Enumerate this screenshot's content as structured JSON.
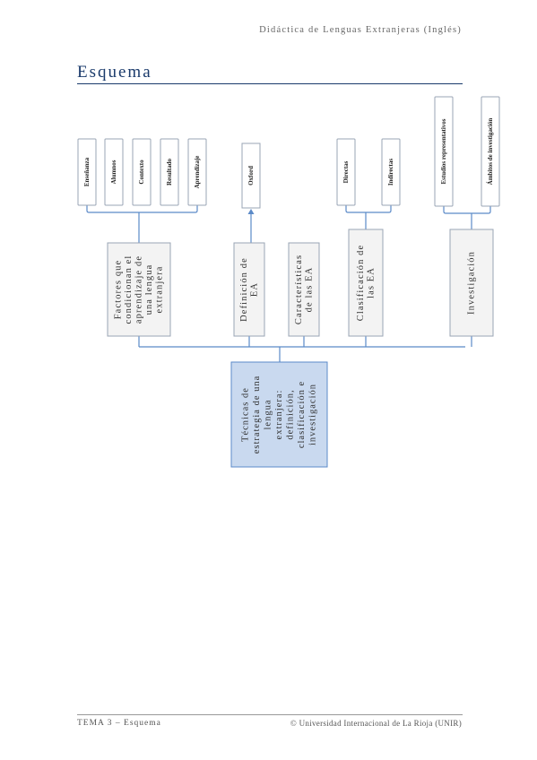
{
  "header": {
    "course": "Didáctica de Lenguas Extranjeras (Inglés)"
  },
  "page_title": "Esquema",
  "diagram": {
    "root": [
      "Técnicas de",
      "estrategia de una",
      "lengua",
      "extranjera:",
      "definición,",
      "clasificación e",
      "investigación"
    ],
    "branches": [
      {
        "label": [
          "Factores que",
          "condicionan el",
          "aprendizaje de",
          "una lengua",
          "extranjera"
        ],
        "children": [
          "Enseñanza",
          "Alumnos",
          "Contexto",
          "Resultado",
          "Aprendizaje"
        ]
      },
      {
        "label": [
          "Definición de",
          "EA"
        ],
        "children": [
          "Oxford"
        ]
      },
      {
        "label": [
          "Características",
          "de las EA"
        ],
        "children": []
      },
      {
        "label": [
          "Clasificación de",
          "las EA"
        ],
        "children": [
          "Directas",
          "Indirectas"
        ]
      },
      {
        "label": [
          "Investigación"
        ],
        "children": [
          "Estudios representativos",
          "Ámbitos de investigación"
        ]
      }
    ]
  },
  "footer": {
    "left": "TEMA 3 – Esquema",
    "right": "© Universidad Internacional de La Rioja (UNIR)"
  },
  "colors": {
    "box_fill": "#f3f3f3",
    "box_border": "#9aa4b4",
    "root_fill": "#c9d9ef",
    "connector": "#5b8ac8",
    "title": "#1a3a6b"
  }
}
